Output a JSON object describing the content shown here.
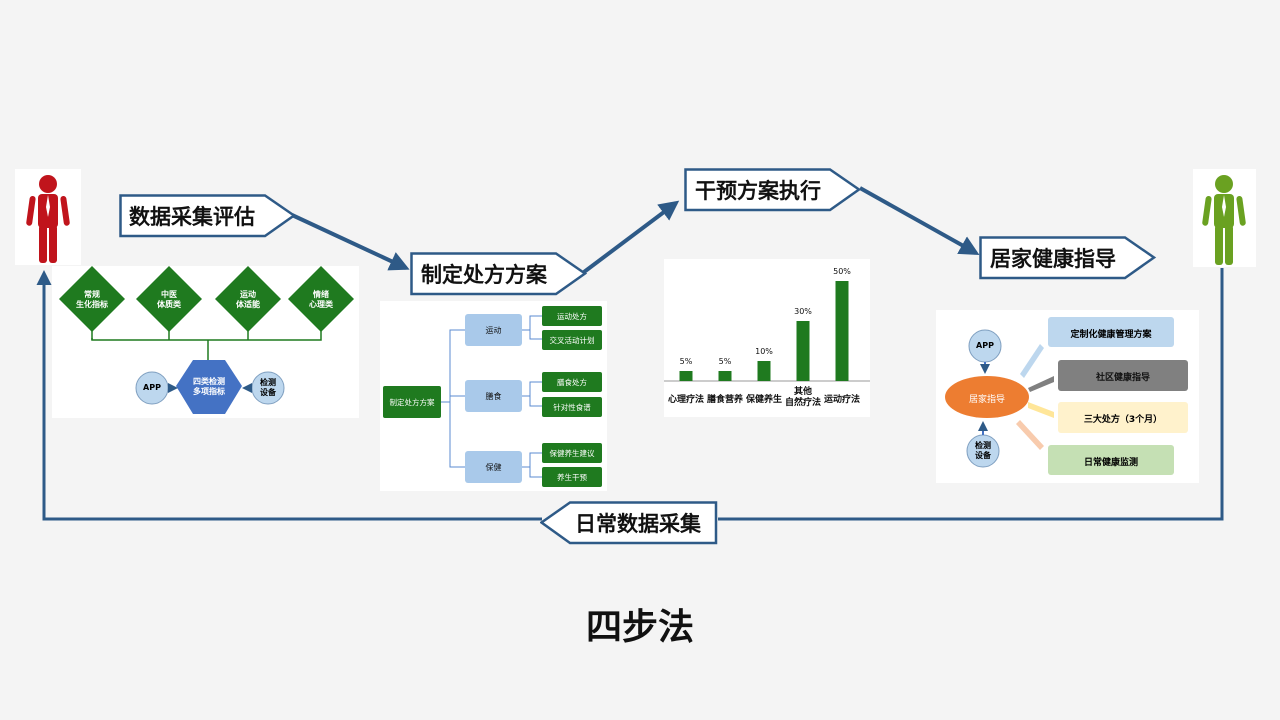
{
  "steps": {
    "collect": "数据采集评估",
    "prescribe": "制定处方方案",
    "execute": "干预方案执行",
    "guide": "居家健康指导",
    "daily": "日常数据采集"
  },
  "title": "四步法",
  "panel1": {
    "diamonds": [
      "常规\n生化指标",
      "中医\n体质类",
      "运动\n体适能",
      "情绪\n心理类"
    ],
    "center": "四类检测\n多项指标",
    "left_circle": "APP",
    "right_circle": "检测\n设备"
  },
  "panel2": {
    "root": "制定处方方案",
    "branches": [
      {
        "label": "运动",
        "children": [
          "运动处方",
          "交叉活动计划"
        ]
      },
      {
        "label": "膳食",
        "children": [
          "膳食处方",
          "针对性食谱"
        ]
      },
      {
        "label": "保健",
        "children": [
          "保健养生建议",
          "养生干预"
        ]
      }
    ]
  },
  "chart_data": {
    "type": "bar",
    "categories": [
      "心理疗法",
      "膳食营养",
      "保健养生",
      "其他\n自然疗法",
      "运动疗法"
    ],
    "values": [
      5,
      5,
      10,
      30,
      50
    ],
    "value_labels": [
      "5%",
      "5%",
      "10%",
      "30%",
      "50%"
    ],
    "ylim": [
      0,
      50
    ],
    "color": "#1f7a1f",
    "grid": false
  },
  "panel4": {
    "app": "APP",
    "device": "检测\n设备",
    "center": "居家指导",
    "items": [
      "定制化健康管理方案",
      "社区健康指导",
      "三大处方（3个月）",
      "日常健康监测"
    ]
  },
  "colors": {
    "arrow": "#2e5a87",
    "green": "#1f7a1f",
    "blue": "#4472c4",
    "person_red": "#c0141c",
    "person_green": "#6aa121"
  }
}
